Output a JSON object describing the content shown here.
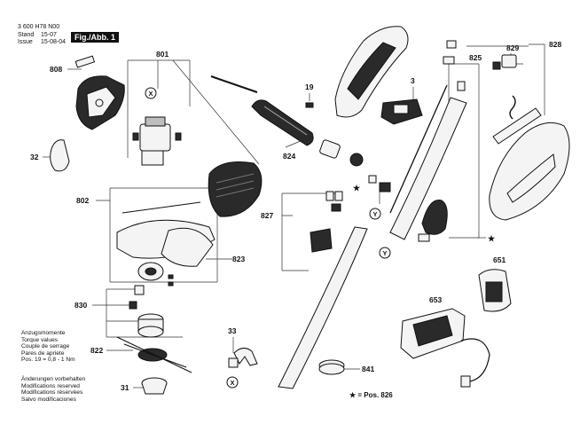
{
  "header": {
    "code": "3 600 H78 N00",
    "stand_label": "Stand",
    "stand_value": "15-07",
    "issue_label": "Issue",
    "issue_value": "15-08-04",
    "figure": "Fig./Abb. 1"
  },
  "torque_note": {
    "lines": [
      "Anzugsmomente",
      "Torque values",
      "Couple de serrage",
      "Pares de apriete",
      "Pos.   19 = 0,8 - 1 Nm"
    ]
  },
  "reserved_note": {
    "lines": [
      "Änderungen vorbehalten",
      "Modifications reserved",
      "Modifications réservées",
      "Salvo modificaciones"
    ]
  },
  "legend": "★ = Pos. 826",
  "star": "★",
  "callouts": {
    "c808": "808",
    "c801": "801",
    "c32": "32",
    "c802": "802",
    "c823": "823",
    "c830": "830",
    "c822": "822",
    "c31": "31",
    "c33": "33",
    "cX1": "X",
    "cX2": "X",
    "c19": "19",
    "c3": "3",
    "c824": "824",
    "c827": "827",
    "cY1": "Y",
    "cY2": "Y",
    "c841": "841",
    "c829": "829",
    "c825": "825",
    "c828": "828",
    "c651": "651",
    "c653": "653"
  }
}
